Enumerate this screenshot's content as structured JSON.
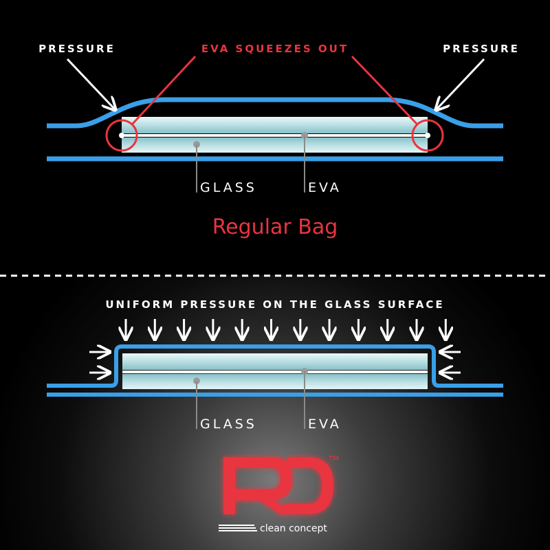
{
  "top_diagram": {
    "pressure_left": "PRESSURE",
    "pressure_right": "PRESSURE",
    "eva_squeezes": "EVA SQUEEZES OUT",
    "glass_label": "GLASS",
    "eva_label": "EVA",
    "title": "Regular Bag"
  },
  "bottom_diagram": {
    "uniform_pressure": "UNIFORM PRESSURE ON THE GLASS SURFACE",
    "glass_label": "GLASS",
    "eva_label": "EVA"
  },
  "logo": {
    "brand": "RD",
    "trademark": "TM",
    "tagline": "clean concept"
  },
  "colors": {
    "bag_blue": "#3a9fe8",
    "accent_red": "#e8353f",
    "glass_light": "#d6eef0",
    "glass_dark": "#8fc6cc"
  }
}
